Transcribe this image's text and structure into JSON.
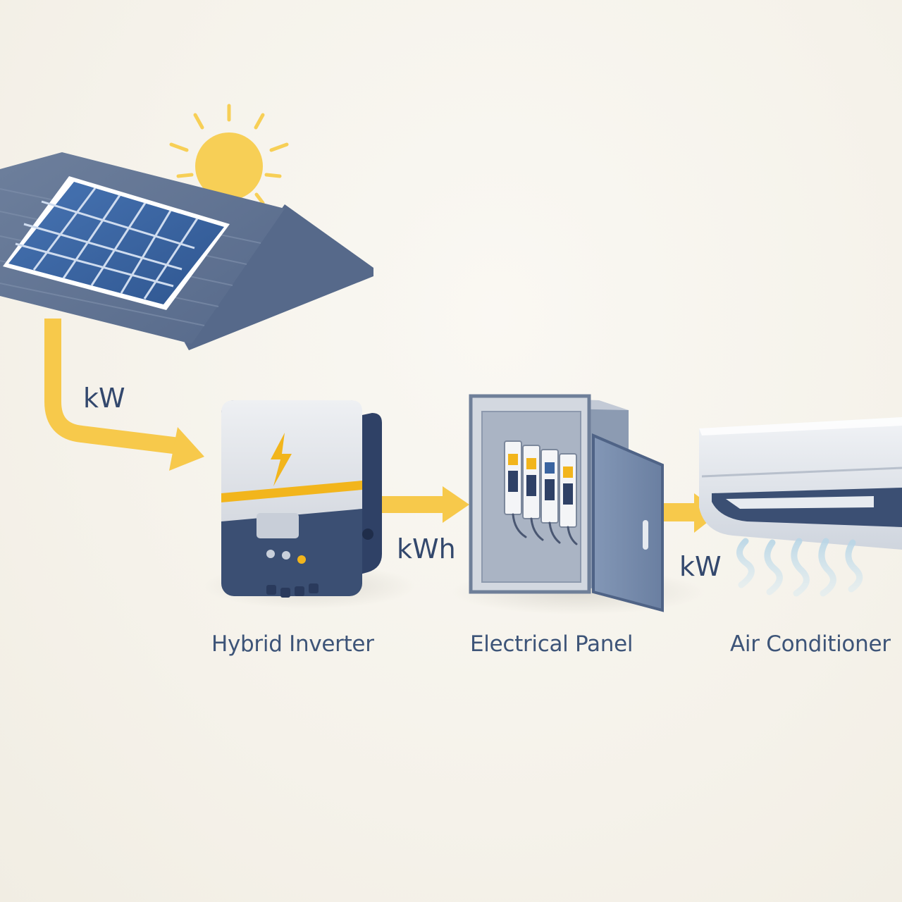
{
  "colors": {
    "background": "#f7f4ed",
    "flow_arrow": "#f7c94b",
    "sun": "#f7cf56",
    "roof": "#5c6f8e",
    "solar_cell": "#3a64a0",
    "device_navy": "#3b4f73",
    "device_light": "#dde1e8",
    "accent_yellow": "#f2b51c",
    "label_text": "#3d5478"
  },
  "icons": {
    "sun": "sun-icon",
    "solar_panel": "solar-panel-icon",
    "inverter_bolt": "lightning-bolt-icon",
    "breakers": "circuit-breaker-icon",
    "airflow": "airflow-icon"
  },
  "flows": {
    "solar_to_inverter": "kW",
    "inverter_to_panel": "kWh",
    "panel_to_ac": "kW"
  },
  "devices": {
    "inverter": "Hybrid Inverter",
    "panel": "Electrical Panel",
    "ac": "Air Conditioner"
  }
}
